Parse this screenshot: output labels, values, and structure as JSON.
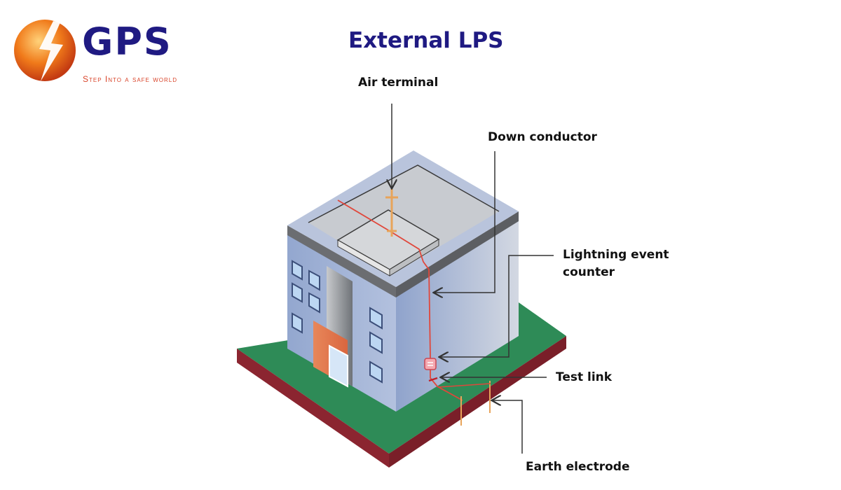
{
  "brand": {
    "name": "GPS",
    "tagline": "Step Into a safe world",
    "colors": {
      "primary": "#1f1a82",
      "accent": "#d9452b",
      "logo_orb": "#f07a1a"
    }
  },
  "title": "External LPS",
  "labels": {
    "air_terminal": "Air terminal",
    "down_conductor": "Down conductor",
    "lightning_event_counter": "Lightning event\ncounter",
    "test_link": "Test link",
    "earth_electrode": "Earth electrode"
  },
  "colors": {
    "ground_top": "#2e8b57",
    "ground_side": "#8b2530",
    "building_light": "#b5c3dd",
    "building_mid": "#98aace",
    "roof": "#c8cbd0",
    "parapet": "#6b6d71",
    "conductor": "#e0473b",
    "electrode": "#e8a45a",
    "door": "#e6764a"
  }
}
